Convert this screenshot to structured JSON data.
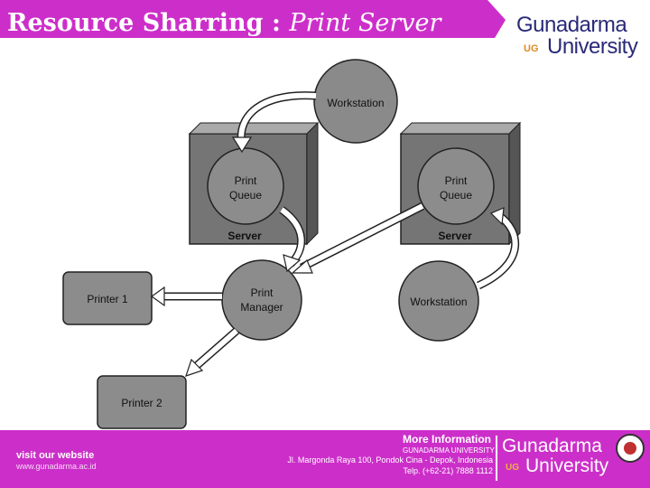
{
  "header": {
    "title_main": "Resource Sharring : ",
    "title_italic": "Print Server",
    "logo_line1": "Gunadarma",
    "logo_line2": "University",
    "logo_ug": "UG",
    "color_bar": "#cc2fc9"
  },
  "diagram": {
    "workstation_top": "Workstation",
    "server_left_label": "Server",
    "queue_left_line1": "Print",
    "queue_left_line2": "Queue",
    "server_right_label": "Server",
    "queue_right_line1": "Print",
    "queue_right_line2": "Queue",
    "print_manager_line1": "Print",
    "print_manager_line2": "Manager",
    "workstation_right": "Workstation",
    "printer1": "Printer 1",
    "printer2": "Printer 2"
  },
  "footer": {
    "visit": "visit our website",
    "site": "www.gunadarma.ac.id",
    "more_info": "More Information",
    "university": "GUNADARMA UNIVERSITY",
    "address": "Jl. Margonda Raya 100, Pondok Cina - Depok, Indonesia",
    "telp": "Telp. (+62-21) 7888 1112",
    "logo_line1": "Gunadarma",
    "logo_line2": "University",
    "logo_ug": "UG",
    "color_footer": "#cc2fc9"
  }
}
